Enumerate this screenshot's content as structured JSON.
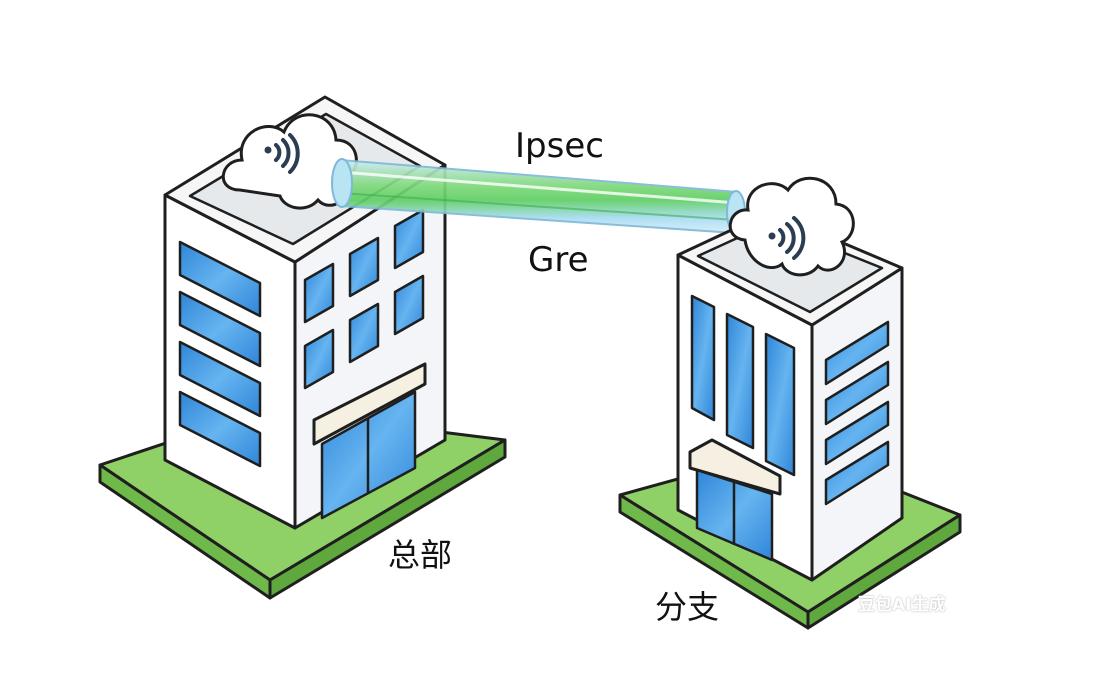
{
  "labels": {
    "tunnel_top": "Ipsec",
    "tunnel_bottom": "Gre",
    "site_left": "总部",
    "site_right": "分支",
    "watermark": "豆包AI生成"
  },
  "colors": {
    "outline": "#1f1f1f",
    "grass": "#8fd166",
    "wall": "#ffffff",
    "wall_shade": "#eef1f4",
    "window": "#3f97e3",
    "tunnel_green": "#6fd86a",
    "tunnel_blue": "#9fd2f3",
    "cloud": "#ffffff",
    "wifi": "#2b3d52"
  }
}
